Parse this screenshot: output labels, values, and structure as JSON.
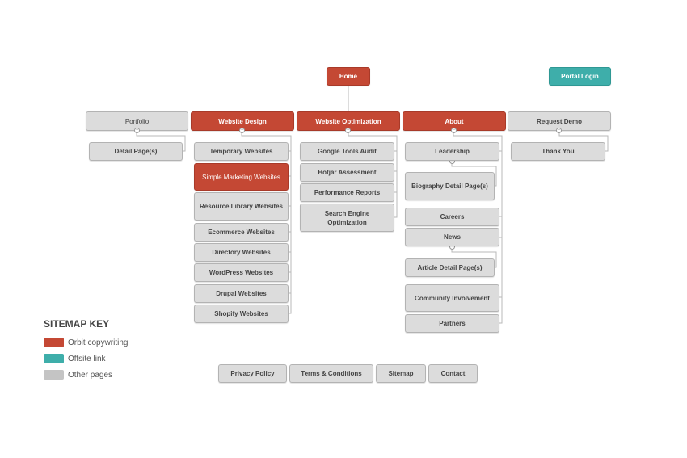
{
  "colors": {
    "red": "#c44834",
    "teal": "#3eaeaa",
    "gray": "#c4c4c4"
  },
  "home": "Home",
  "portal_login": "Portal Login",
  "sections": {
    "portfolio": {
      "label": "Portfolio",
      "children": [
        "Detail Page(s)"
      ]
    },
    "website_design": {
      "label": "Website Design",
      "children": [
        "Temporary Websites",
        "Simple Marketing Websites",
        "Resource Library Websites",
        "Ecommerce Websites",
        "Directory Websites",
        "WordPress Websites",
        "Drupal Websites",
        "Shopify Websites"
      ]
    },
    "website_optimization": {
      "label": "Website Optimization",
      "children": [
        "Google Tools Audit",
        "Hotjar Assessment",
        "Performance Reports",
        "Search Engine Optimization"
      ]
    },
    "about": {
      "label": "About",
      "children": [
        "Leadership",
        "Biography Detail Page(s)",
        "Careers",
        "News",
        "Article Detail Page(s)",
        "Community Involvement",
        "Partners"
      ]
    },
    "request_demo": {
      "label": "Request Demo",
      "children": [
        "Thank You"
      ]
    }
  },
  "footer": [
    "Privacy Policy",
    "Terms & Conditions",
    "Sitemap",
    "Contact"
  ],
  "key": {
    "title": "SITEMAP KEY",
    "items": [
      {
        "label": "Orbit copywriting",
        "color": "#c44834"
      },
      {
        "label": "Offsite link",
        "color": "#3eaeaa"
      },
      {
        "label": "Other pages",
        "color": "#c4c4c4"
      }
    ]
  }
}
